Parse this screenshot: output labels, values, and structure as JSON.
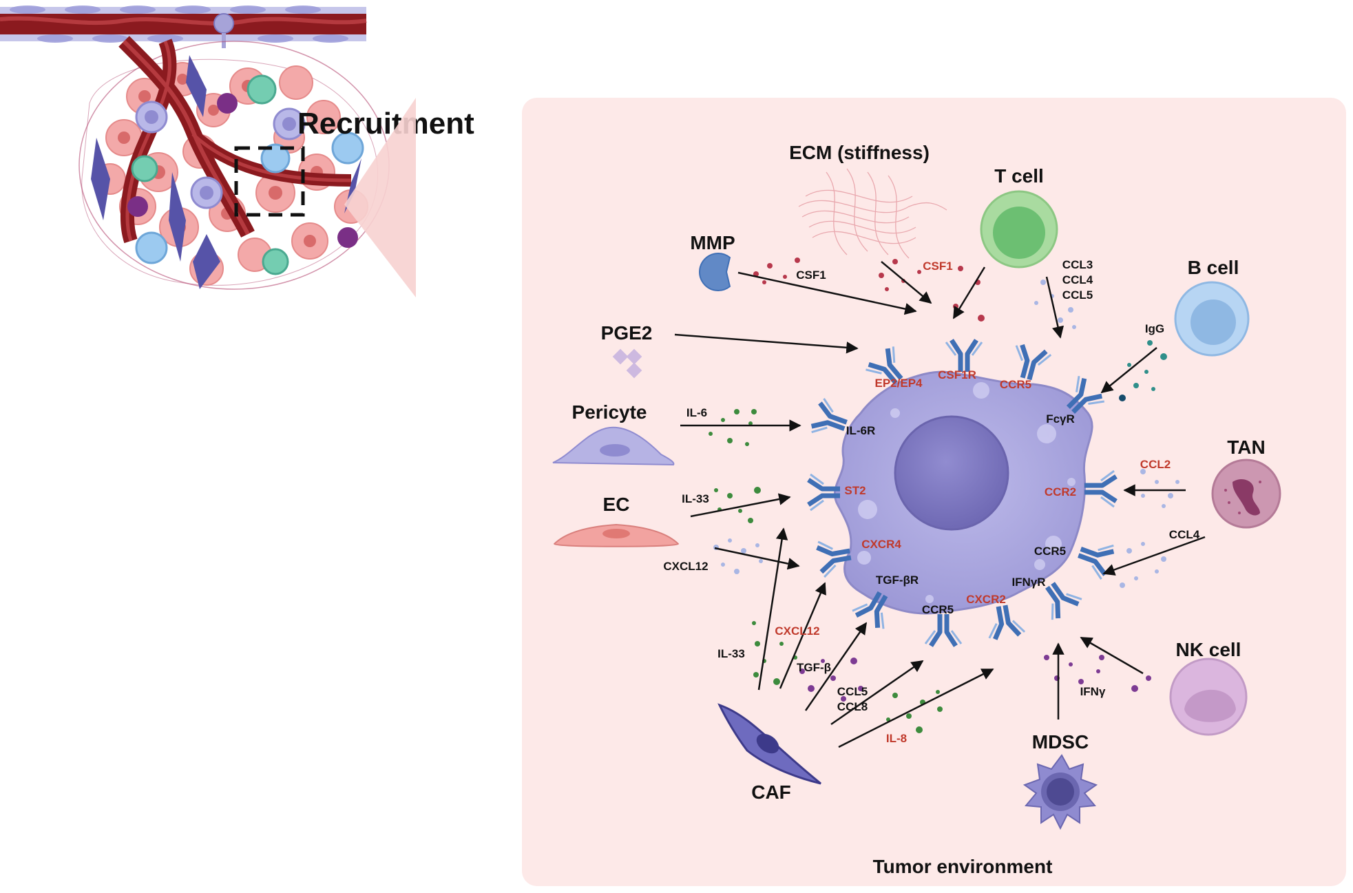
{
  "inset": {
    "label": "Recruitment"
  },
  "footer": {
    "label": "Tumor environment"
  },
  "sources": {
    "ecm": "ECM (stiffness)",
    "t_cell": "T  cell",
    "mmp": "MMP",
    "b_cell": "B  cell",
    "pge2": "PGE2",
    "pericyte": "Pericyte",
    "tan": "TAN",
    "ec": "EC",
    "nk_cell": "NK  cell",
    "mdsc": "MDSC",
    "caf": "CAF"
  },
  "ligands": {
    "csf1_mmp": "CSF1",
    "csf1_ecm": "CSF1",
    "ccl3": "CCL3",
    "ccl4_t": "CCL4",
    "ccl5_t": "CCL5",
    "igg": "IgG",
    "il6": "IL-6",
    "il33_ec": "IL-33",
    "cxcl12_ec": "CXCL12",
    "ccl2": "CCL2",
    "ccl4_r": "CCL4",
    "il33_caf": "IL-33",
    "cxcl12_caf": "CXCL12",
    "tgfb": "TGF-β",
    "ccl5_caf": "CCL5",
    "ccl8": "CCL8",
    "il8": "IL-8",
    "ifng": "IFNγ"
  },
  "receptors": {
    "ep2ep4": "EP2/EP4",
    "csf1r": "CSF1R",
    "ccr5_top": "CCR5",
    "fcgr": "FcγR",
    "il6r": "IL-6R",
    "st2": "ST2",
    "ccr2": "CCR2",
    "cxcr4": "CXCR4",
    "ccr5_right": "CCR5",
    "tgfbr": "TGF-βR",
    "ifngr": "IFNγR",
    "ccr5_bottom": "CCR5",
    "cxcr2": "CXCR2"
  },
  "colors": {
    "panel": "#fde9e8",
    "receptor": "#3f6fb5",
    "highlight_text": "#c0392b",
    "macrophage": "#a9a6dd",
    "nucleus": "#7e79c0"
  }
}
